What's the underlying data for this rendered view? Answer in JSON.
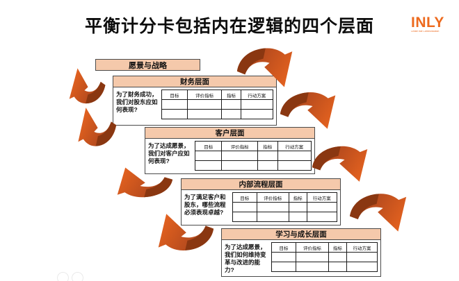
{
  "title": "平衡计分卡包括内在逻辑的四个层面",
  "logo": {
    "name": "INLY",
    "tagline": "Create true Communication"
  },
  "vision": {
    "label": "愿景与战略"
  },
  "table_headers": [
    "目标",
    "评价指标",
    "指标",
    "行动方案"
  ],
  "perspectives": [
    {
      "title": "财务层面",
      "question": "为了财务成功，我们对股东应如何表现?"
    },
    {
      "title": "客户层面",
      "question": "为了达成愿景，我们对客户应如何表现?"
    },
    {
      "title": "内部流程层面",
      "question": "为了满足客户和股东，哪些流程必须表现卓越?"
    },
    {
      "title": "学习与成长层面",
      "question": "为了达成愿景，我们如何维持变革与改进的能力?"
    }
  ],
  "colors": {
    "accent": "#E2611F",
    "accent_dark": "#8A3711",
    "panel_fill": "#F5C9AB",
    "panel_border": "#4A4A4A"
  }
}
